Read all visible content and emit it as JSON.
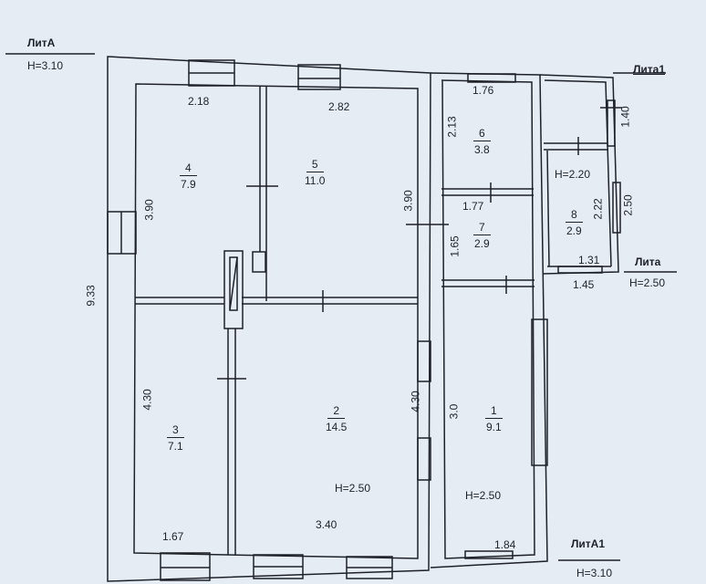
{
  "litA": {
    "name": "ЛитА",
    "height": "H=3.10"
  },
  "lita1": {
    "name": "Лита1"
  },
  "lita": {
    "name": "Лита",
    "height": "H=2.50"
  },
  "litA1": {
    "name": "ЛитА1",
    "height": "H=3.10"
  },
  "rooms": {
    "r1": {
      "num": "1",
      "area": "9.1"
    },
    "r2": {
      "num": "2",
      "area": "14.5"
    },
    "r3": {
      "num": "3",
      "area": "7.1"
    },
    "r4": {
      "num": "4",
      "area": "7.9"
    },
    "r5": {
      "num": "5",
      "area": "11.0"
    },
    "r6": {
      "num": "6",
      "area": "3.8"
    },
    "r7": {
      "num": "7",
      "area": "2.9"
    },
    "r8": {
      "num": "8",
      "area": "2.9"
    }
  },
  "heights": {
    "room2": "H=2.50",
    "room1": "H=2.50",
    "room8": "H=2.20"
  },
  "dims": {
    "d_218": "2.18",
    "d_282": "2.82",
    "d_176": "1.76",
    "d_213": "2.13",
    "d_177": "1.77",
    "d_140": "1.40",
    "d_222": "2.22",
    "d_250": "2.50",
    "d_131": "1.31",
    "d_145": "1.45",
    "d_165": "1.65",
    "d_390a": "3.90",
    "d_390b": "3.90",
    "d_933": "9.33",
    "d_430a": "4.30",
    "d_430b": "4.30",
    "d_30": "3.0",
    "d_167": "1.67",
    "d_340": "3.40",
    "d_184": "1.84"
  }
}
